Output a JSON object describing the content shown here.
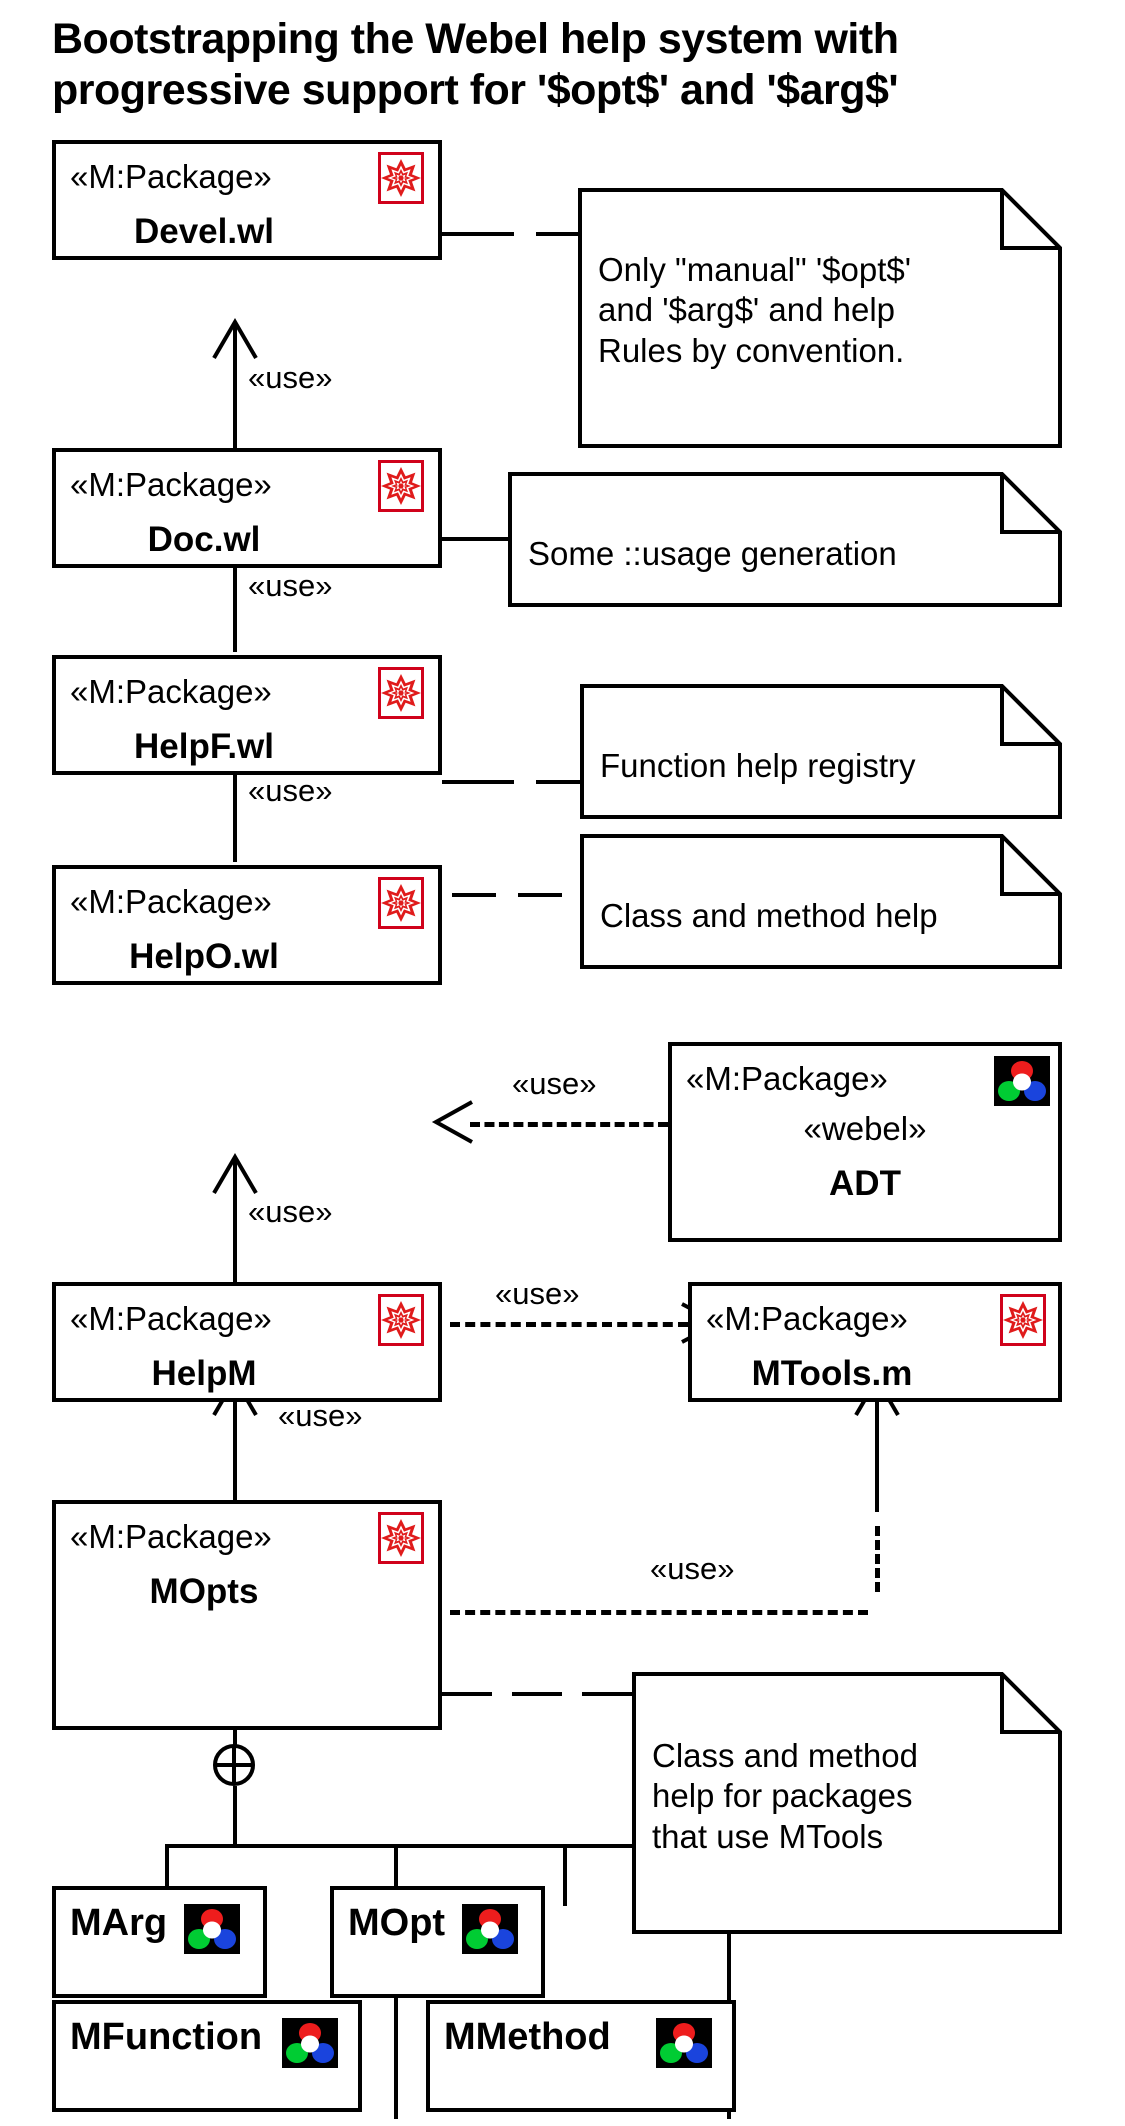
{
  "title": {
    "line1": "Bootstrapping the Webel help system with",
    "line2": "progressive support for '$opt$' and '$arg$'"
  },
  "stereotypes": {
    "m_package": "«M:Package»",
    "webel": "«webel»"
  },
  "packages": [
    {
      "id": "devel",
      "stereotype": "«M:Package»",
      "name": "Devel.wl",
      "icon": "wolfram-icon"
    },
    {
      "id": "doc",
      "stereotype": "«M:Package»",
      "name": "Doc.wl",
      "icon": "wolfram-icon"
    },
    {
      "id": "helpf",
      "stereotype": "«M:Package»",
      "name": "HelpF.wl",
      "icon": "wolfram-icon"
    },
    {
      "id": "helpo",
      "stereotype": "«M:Package»",
      "name": "HelpO.wl",
      "icon": "wolfram-icon"
    },
    {
      "id": "adt",
      "stereotype": "«M:Package»",
      "stereotype2": "«webel»",
      "name": "ADT",
      "icon": "webel-icon"
    },
    {
      "id": "helpm",
      "stereotype": "«M:Package»",
      "name": "HelpM",
      "icon": "wolfram-icon"
    },
    {
      "id": "mtools",
      "stereotype": "«M:Package»",
      "name": "MTools.m",
      "icon": "wolfram-icon"
    },
    {
      "id": "mopts",
      "stereotype": "«M:Package»",
      "name": "MOpts",
      "icon": "wolfram-icon"
    }
  ],
  "classes": [
    {
      "id": "marg",
      "name": "MArg",
      "icon": "webel-icon"
    },
    {
      "id": "mopt",
      "name": "MOpt",
      "icon": "webel-icon"
    },
    {
      "id": "mfunction",
      "name": "MFunction",
      "icon": "webel-icon"
    },
    {
      "id": "mmethod",
      "name": "MMethod",
      "icon": "webel-icon"
    }
  ],
  "notes": [
    {
      "id": "note-devel",
      "lines": [
        "Only \"manual\" '$opt$'",
        "and '$arg$' and help",
        "Rules by convention."
      ]
    },
    {
      "id": "note-doc",
      "lines": [
        "Some ::usage generation"
      ]
    },
    {
      "id": "note-helpf",
      "lines": [
        "Function help registry"
      ]
    },
    {
      "id": "note-helpo",
      "lines": [
        "Class and method help"
      ]
    },
    {
      "id": "note-mopts",
      "lines": [
        "Class and method",
        "help for packages",
        "that use MTools"
      ]
    }
  ],
  "dependency_labels": {
    "devel_doc": "«use»",
    "doc_helpf": "«use»",
    "helpf_helpo": "«use»",
    "adt_helpo": "«use»",
    "helpo_helpm": "«use»",
    "helpm_mtools": "«use»",
    "helpm_mopts": "«use»",
    "mopts_mtools": "«use»"
  },
  "colors": {
    "wolfram_red": "#d0021b",
    "webel_red": "#ee1d1d",
    "webel_green": "#00cc33",
    "webel_blue": "#1a44dd",
    "webel_white": "#ffffff",
    "stroke": "#000000",
    "background": "#ffffff"
  }
}
